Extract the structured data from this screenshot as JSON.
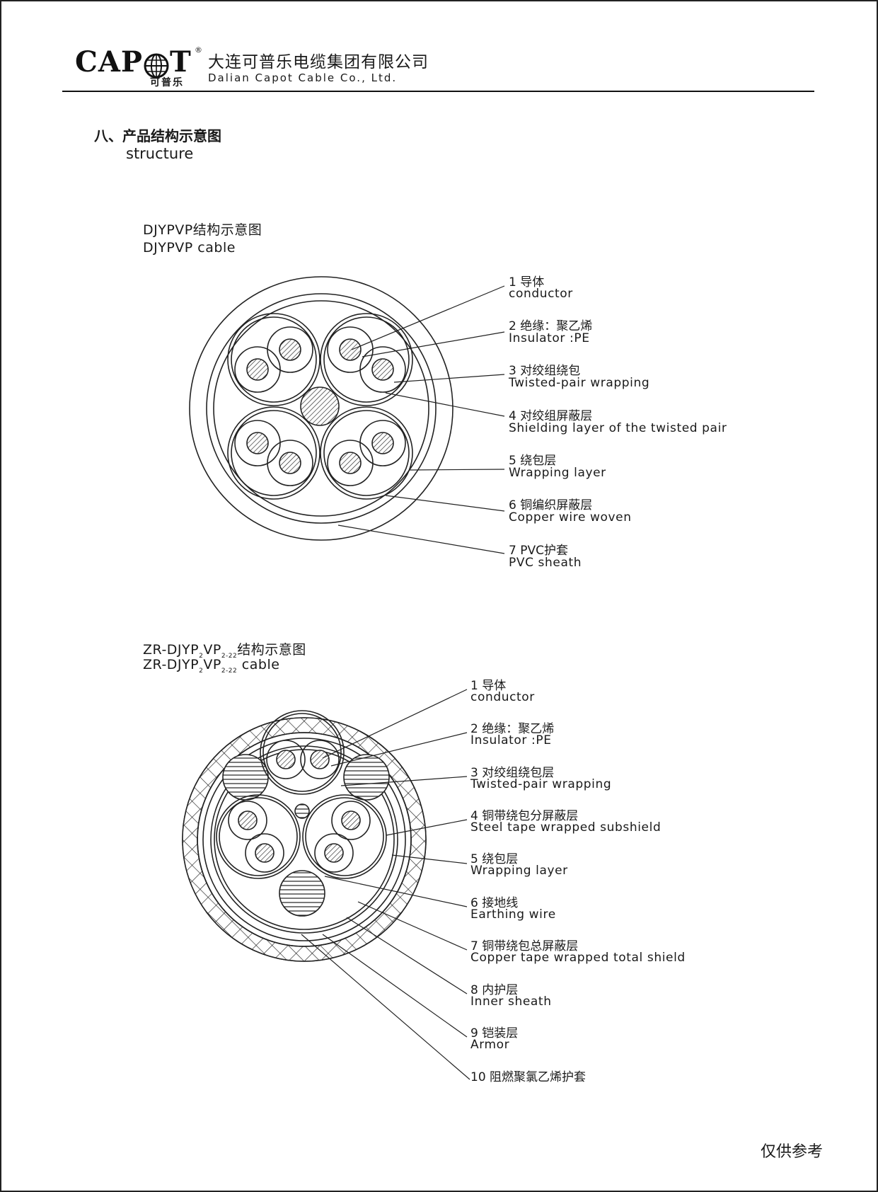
{
  "header": {
    "brand_prefix": "CAP",
    "brand_suffix": "T",
    "registered_mark": "®",
    "brand_cn": "可普乐",
    "company_cn": "大连可普乐电缆集团有限公司",
    "company_en": "Dalian Capot Cable Co.,  Ltd."
  },
  "section": {
    "title_cn": "八、产品结构示意图",
    "title_en": "structure"
  },
  "figure1": {
    "title_cn": "DJYPVP结构示意图",
    "title_en": "DJYPVP cable",
    "labels": [
      {
        "cn": "1 导体",
        "en": "conductor"
      },
      {
        "cn": "2 绝缘：聚乙烯",
        "en": "Insulator :PE"
      },
      {
        "cn": "3 对绞组绕包",
        "en": "Twisted-pair wrapping"
      },
      {
        "cn": "4 对绞组屏蔽层",
        "en": "Shielding layer of the twisted pair"
      },
      {
        "cn": "5 绕包层",
        "en": "Wrapping layer"
      },
      {
        "cn": "6 铜编织屏蔽层",
        "en": "Copper wire woven"
      },
      {
        "cn": "7 PVC护套",
        "en": "PVC sheath"
      }
    ]
  },
  "figure2": {
    "title_prefix": "ZR-DJYP",
    "title_sub1": "2",
    "title_mid": "VP",
    "title_sub2": "2-22",
    "title_cn_suffix": "结构示意图",
    "title_en_suffix": " cable",
    "labels": [
      {
        "cn": "1 导体",
        "en": "conductor"
      },
      {
        "cn": "2 绝缘：聚乙烯",
        "en": "Insulator :PE"
      },
      {
        "cn": "3 对绞组绕包层",
        "en": "Twisted-pair wrapping"
      },
      {
        "cn": "4 铜带绕包分屏蔽层",
        "en": "Steel tape wrapped subshield"
      },
      {
        "cn": "5 绕包层",
        "en": "Wrapping layer"
      },
      {
        "cn": "6 接地线",
        "en": "Earthing wire"
      },
      {
        "cn": "7 铜带绕包总屏蔽层",
        "en": "Copper tape wrapped total shield"
      },
      {
        "cn": "8 内护层",
        "en": "Inner sheath"
      },
      {
        "cn": "9 铠装层",
        "en": "Armor"
      },
      {
        "cn": "10 阻燃聚氯乙烯护套",
        "en": ""
      }
    ]
  },
  "footer": {
    "note": "仅供参考"
  }
}
